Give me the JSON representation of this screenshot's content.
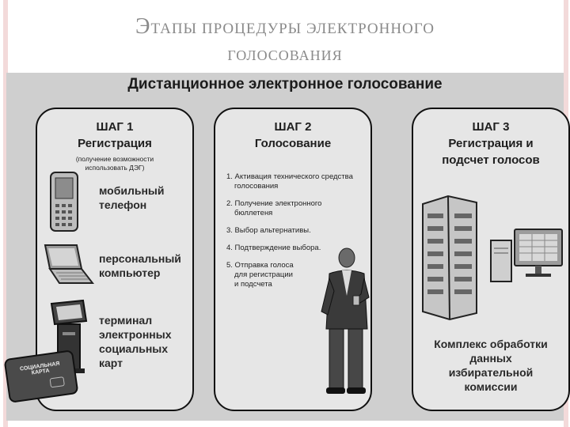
{
  "slide": {
    "title_line1_first": "Э",
    "title_line1_rest": "ТАПЫ ПРОЦЕДУРЫ ЭЛЕКТРОННОГО",
    "title_line2": "ГОЛОСОВАНИЯ"
  },
  "diagram": {
    "title": "Дистанционное электронное голосование",
    "step1": {
      "label": "ШАГ 1",
      "name": "Регистрация",
      "note_line1": "(получение возможности",
      "note_line2": "использовать ДЭГ)",
      "devices": [
        {
          "line1": "мобильный",
          "line2": "телефон"
        },
        {
          "line1": "персональный",
          "line2": "компьютер"
        },
        {
          "line1": "терминал",
          "line2": "электронных",
          "line3": "социальных",
          "line4": "карт"
        }
      ],
      "card_line1": "СОЦИАЛЬНАЯ",
      "card_line2": "КАРТА"
    },
    "step2": {
      "label": "ШАГ 2",
      "name": "Голосование",
      "items": [
        {
          "line1": "1. Активация технического средства",
          "line2": "голосования"
        },
        {
          "line1": "2. Получение электронного",
          "line2": "бюллетеня"
        },
        {
          "line1": "3. Выбор альтернативы."
        },
        {
          "line1": "4. Подтверждение выбора."
        },
        {
          "line1": "5. Отправка голоса",
          "line2": "для регистрации",
          "line3": "и подсчета"
        }
      ]
    },
    "step3": {
      "label": "ШАГ 3",
      "name_line1": "Регистрация и",
      "name_line2": "подсчет голосов",
      "caption": [
        "Комплекс обработки",
        "данных",
        "избирательной",
        "комиссии"
      ]
    }
  }
}
